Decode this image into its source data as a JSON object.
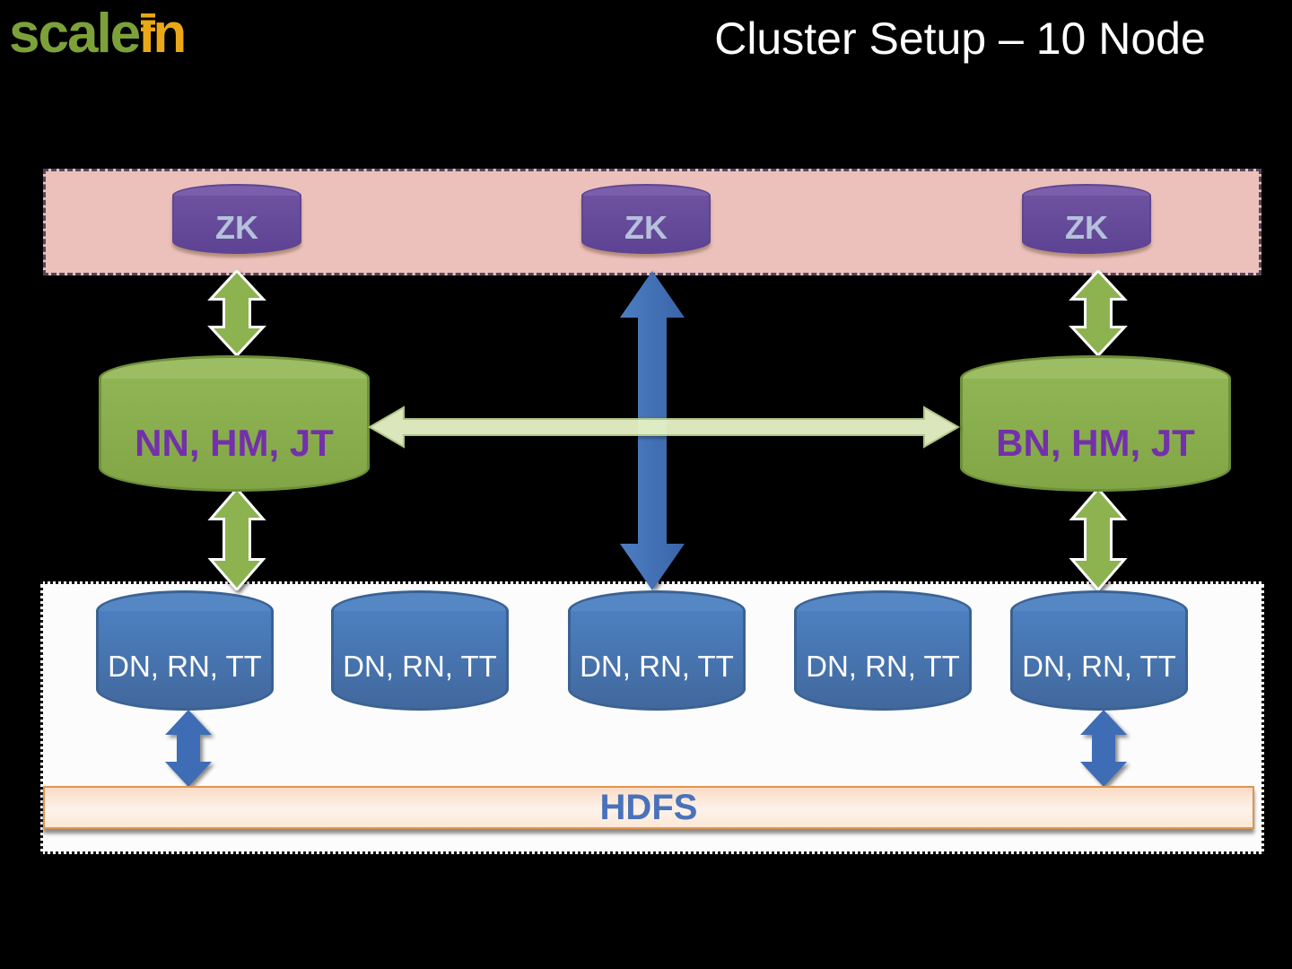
{
  "header": {
    "logo": {
      "green": "scale",
      "gold_i": "ı",
      "gold_rest": "n"
    },
    "title": "Cluster Setup – 10 Node"
  },
  "zk_row": {
    "nodes": [
      {
        "label": "ZK"
      },
      {
        "label": "ZK"
      },
      {
        "label": "ZK"
      }
    ]
  },
  "masters": {
    "left": {
      "label": "NN, HM, JT"
    },
    "right": {
      "label": "BN, HM, JT"
    }
  },
  "workers": {
    "nodes": [
      {
        "label": "DN, RN, TT"
      },
      {
        "label": "DN, RN, TT"
      },
      {
        "label": "DN, RN, TT"
      },
      {
        "label": "DN, RN, TT"
      },
      {
        "label": "DN, RN, TT"
      }
    ]
  },
  "hdfs": {
    "label": "HDFS"
  },
  "colors": {
    "background": "#000000",
    "logo_green": "#7da139",
    "logo_gold": "#eaa816",
    "zk_band_bg": "#ecc1bc",
    "zk_cylinder": "#6a4e9d",
    "zk_label": "#b5c1dc",
    "master_cylinder": "#8cb14f",
    "master_label": "#7330ab",
    "worker_cylinder": "#4b7cbb",
    "worker_label": "#ffffff",
    "green_arrow": "#8cb350",
    "pale_green_arrow": "#e7f3c7",
    "blue_arrow": "#3e6db6",
    "hdfs_border": "#df944e",
    "hdfs_text": "#4a72ba",
    "worker_box_bg": "#fcfcfc"
  }
}
